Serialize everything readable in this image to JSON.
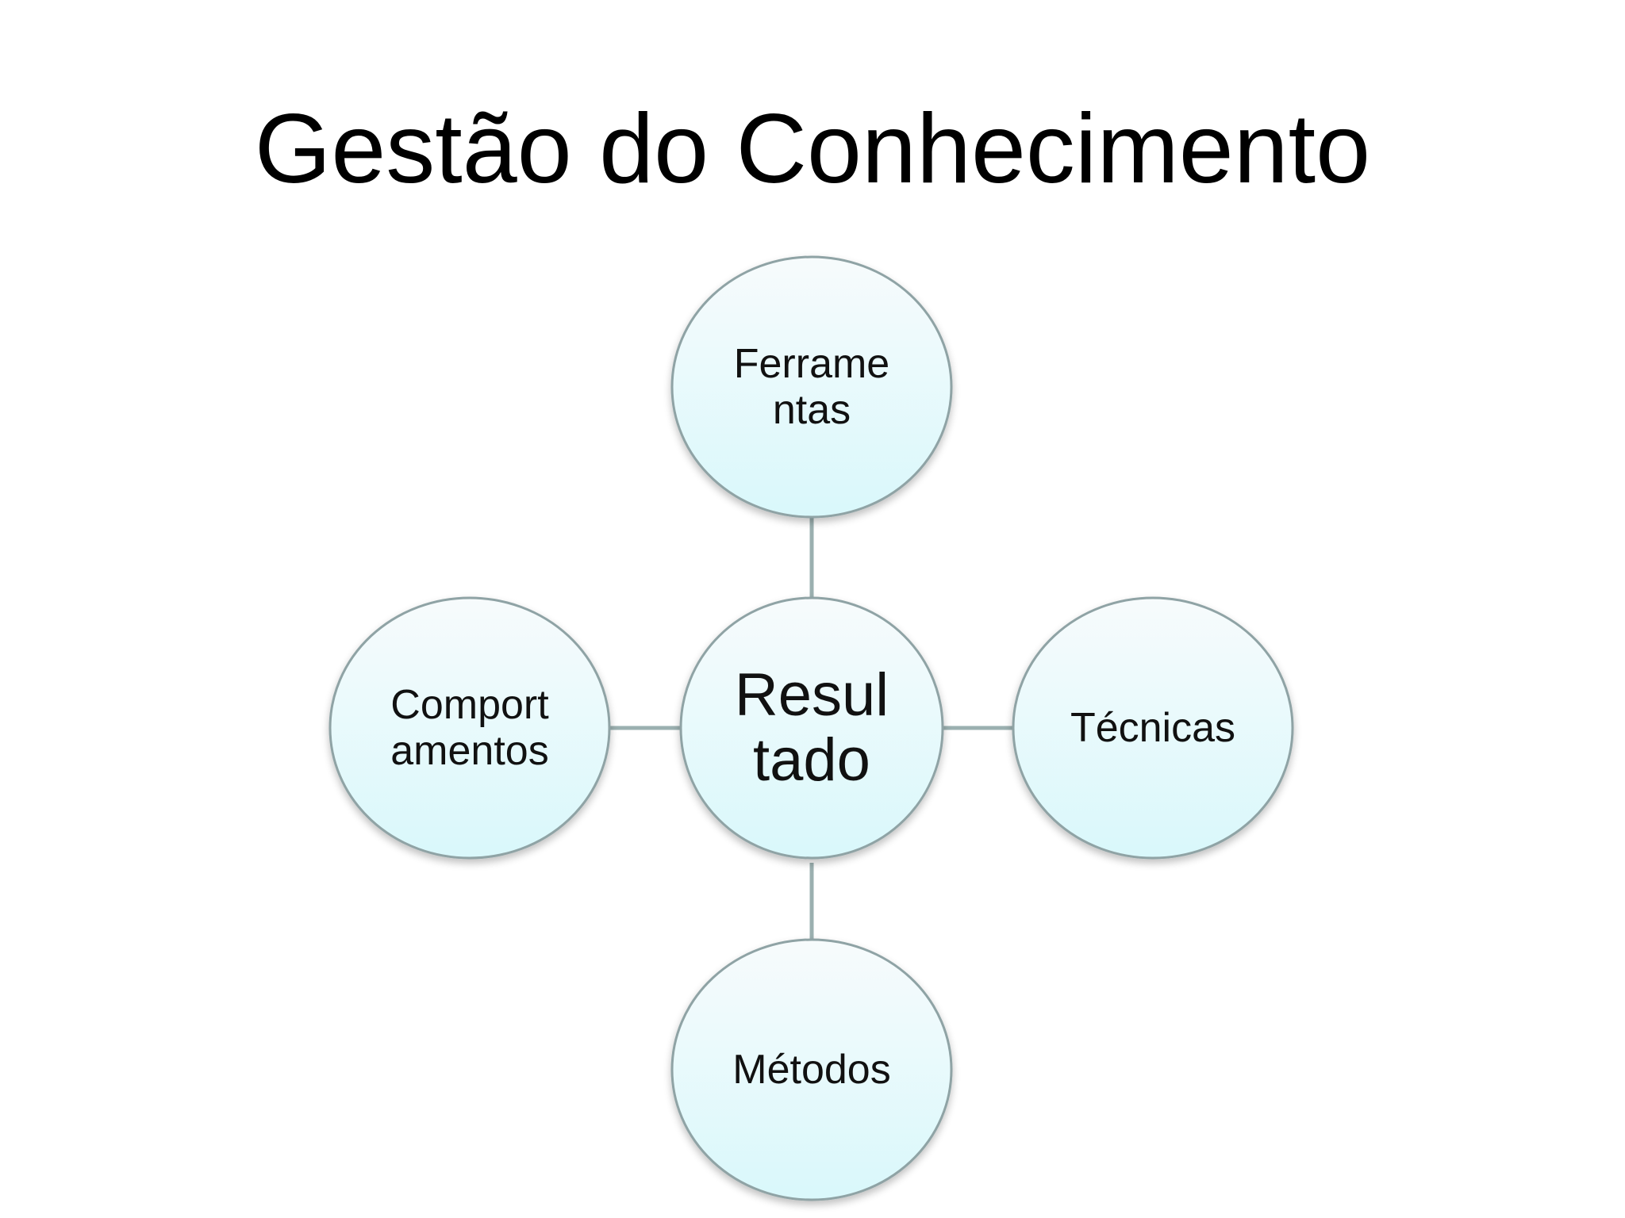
{
  "title": "Gestão do Conhecimento",
  "diagram": {
    "center": {
      "label": "Resul\ntado"
    },
    "top": {
      "label": "Ferrame\nntas"
    },
    "right": {
      "label": "Técnicas"
    },
    "bottom": {
      "label": "Métodos"
    },
    "left": {
      "label": "Comport\namentos"
    }
  },
  "colors": {
    "node_fill_top": "#f7fbfc",
    "node_fill_bottom": "#d9f8fb",
    "node_stroke": "#8fa3a5",
    "connector": "#9bb0b0"
  }
}
